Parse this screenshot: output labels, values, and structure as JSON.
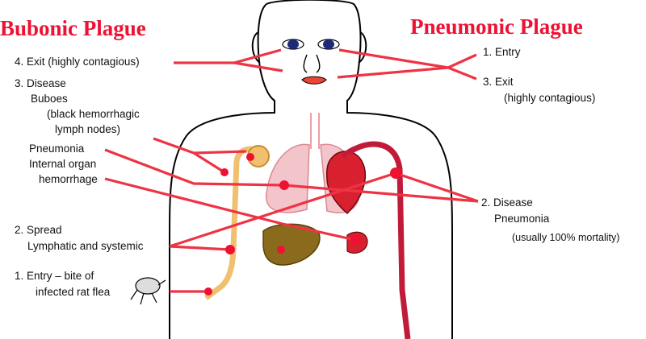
{
  "titles": {
    "left": "Bubonic Plague",
    "right": "Pneumonic Plague"
  },
  "left_labels": {
    "exit": "4. Exit (highly contagious)",
    "disease": "3. Disease",
    "buboes": "Buboes",
    "buboes_detail_1": "(black hemorrhagic",
    "buboes_detail_2": "lymph nodes)",
    "pneumonia": "Pneumonia",
    "internal_1": "Internal organ",
    "internal_2": "hemorrhage",
    "spread": "2. Spread",
    "spread_detail": "Lymphatic and systemic",
    "entry": "1. Entry – bite of",
    "entry_detail": "infected rat flea"
  },
  "right_labels": {
    "entry": "1. Entry",
    "exit": "3. Exit",
    "exit_detail": "(highly contagious)",
    "disease": "2. Disease",
    "pneumonia": "Pneumonia",
    "mortality": "(usually 100% mortality)"
  },
  "colors": {
    "title": "#ee1133",
    "pointer": "#ee3344",
    "lymph": "#f0c070",
    "lung": "#f3c4c9",
    "heart": "#d8202f",
    "liver": "#8a6a1d",
    "vessel": "#c11b3a",
    "outline": "#000000"
  }
}
